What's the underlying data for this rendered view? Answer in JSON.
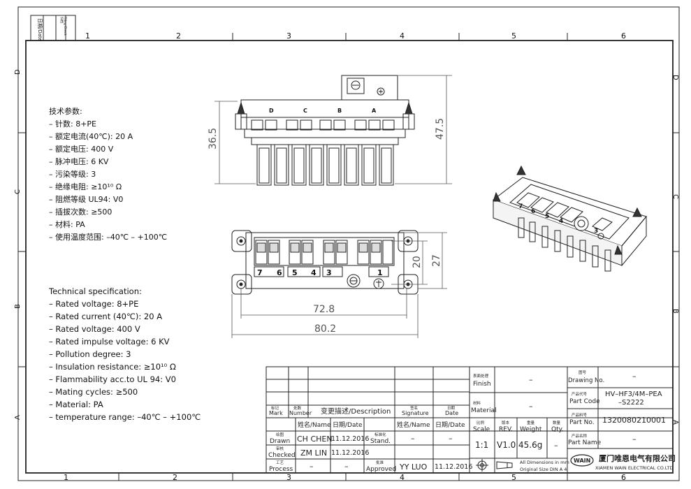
{
  "frame": {
    "top_cols": [
      "1",
      "2",
      "3",
      "4",
      "5",
      "6"
    ],
    "bottom_cols": [
      "1",
      "2",
      "3",
      "4",
      "5",
      "6"
    ],
    "left_rows": [
      "D",
      "C",
      "B",
      "A"
    ],
    "right_rows": [
      "D",
      "C",
      "B",
      "A"
    ],
    "corner_date": "日期/Date",
    "corner_check_cn": "归档",
    "corner_check_en": "Filing Check"
  },
  "spec_cn": {
    "title": "技术参数:",
    "items": [
      "– 针数: 8+PE",
      "– 额定电流(40℃): 20 A",
      "– 额定电压: 400 V",
      "– 脉冲电压:  6 KV",
      "– 污染等级: 3",
      "– 绝缘电阻: ≥10¹⁰ Ω",
      "– 阻燃等级 UL94: V0",
      "– 插拔次数: ≥500",
      "– 材料: PA",
      "– 使用温度范围: –40℃ – +100℃"
    ]
  },
  "spec_en": {
    "title": "Technical specification:",
    "items": [
      "– Rated voltage: 8+PE",
      "– Rated current (40℃): 20 A",
      "– Rated voltage: 400 V",
      "– Rated impulse voltage: 6 KV",
      "– Pollution degree: 3",
      "– Insulation resistance: ≥10¹⁰ Ω",
      "– Flammability acc.to UL 94: V0",
      "– Mating cycles: ≥500",
      "– Material: PA",
      "– temperature range: –40℃ – +100℃"
    ]
  },
  "front_view": {
    "letters": [
      "D",
      "C",
      "B",
      "A"
    ],
    "dim_height": "36.5",
    "dim_total_height": "47.5"
  },
  "top_view": {
    "pin_labels": [
      "7",
      "6",
      "5",
      "4",
      "3",
      "1"
    ],
    "dim_width_inner": "72.8",
    "dim_width_outer": "80.2",
    "dim_height_inner": "20",
    "dim_height_outer": "27"
  },
  "iso_view": {
    "pin_labels": [
      "7",
      "6",
      "5",
      "4",
      "3"
    ]
  },
  "title_block": {
    "rev_table": {
      "mark": {
        "cn": "标记",
        "en": "Mark"
      },
      "number": {
        "cn": "处数",
        "en": "Number"
      },
      "description": "变更描述/Description",
      "signature": {
        "cn": "签名",
        "en": "Signature"
      },
      "date": {
        "cn": "日期",
        "en": "Date"
      }
    },
    "sign_header": {
      "name": "姓名/Name",
      "date": "日期/Date",
      "name2": "姓名/Name",
      "date2": "日期/Date"
    },
    "drawn": {
      "cn": "绘图",
      "en": "Drawn",
      "name": "CH CHEN",
      "date": "11.12.2016"
    },
    "standard": {
      "cn": "标准化",
      "en": "Stand.",
      "name": "–",
      "date": "–"
    },
    "checked": {
      "cn": "审核",
      "en": "Checked",
      "name": "ZM LIN",
      "date": "11.12.2016"
    },
    "process": {
      "cn": "工艺",
      "en": "Process",
      "name": "–",
      "date": "–"
    },
    "approved": {
      "cn": "批准",
      "en": "Approved",
      "name": "YY LUO",
      "date": "11.12.2016"
    },
    "finish": {
      "cn": "表面处理",
      "en": "Finish",
      "value": "–"
    },
    "material": {
      "cn": "材料",
      "en": "Material",
      "value": "–"
    },
    "scale": {
      "cn": "比例",
      "en": "Scale",
      "value": "1:1"
    },
    "rev": {
      "cn": "版本",
      "en": "REV.",
      "value": "V1.0"
    },
    "weight": {
      "cn": "重量",
      "en": "Weight",
      "value": "45.6g"
    },
    "qty": {
      "cn": "数量",
      "en": "Qty.",
      "value": "–"
    },
    "dims_note_1": "All Dimensions in mm",
    "dims_note_2": "Original Size DIN A 4",
    "drawing_no": {
      "cn": "图号",
      "en": "Drawing No.",
      "value": "–"
    },
    "part_code": {
      "cn": "产品代号",
      "en": "Part Code",
      "value_1": "HV–HF3/4M–PEA",
      "value_2": "–S2222"
    },
    "part_no": {
      "cn": "产品料号",
      "en": "Part No.",
      "value": "1320080210001"
    },
    "part_name": {
      "cn": "产品名称",
      "en": "Part Name",
      "value": "–"
    },
    "company_logo": "WAIN",
    "company_cn": "厦门唯恩电气有限公司",
    "company_en": "XIAMEN WAIN ELECTRICAL CO.LTD"
  }
}
